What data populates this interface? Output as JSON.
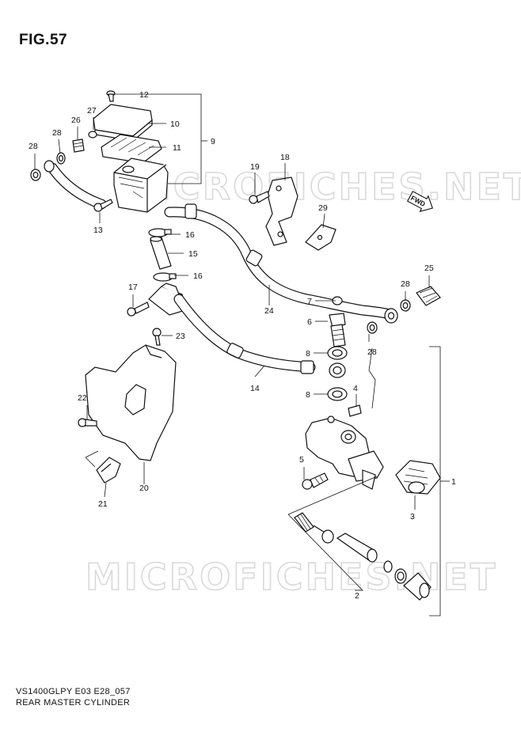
{
  "figure": {
    "title": "FIG.57",
    "model_code": "VS1400GLPY E03 E28_057",
    "name": "REAR MASTER CYLINDER"
  },
  "watermark": {
    "text": "MICROFICHES.NET"
  },
  "direction_tag": "FWD",
  "callouts": {
    "c12": "12",
    "c27": "27",
    "c10": "10",
    "c26": "26",
    "c28a": "28",
    "c28b": "28",
    "c11": "11",
    "c9": "9",
    "c13": "13",
    "c16a": "16",
    "c15": "15",
    "c16b": "16",
    "c17": "17",
    "c23": "23",
    "c22": "22",
    "c20": "20",
    "c21": "21",
    "c19": "19",
    "c18": "18",
    "c29": "29",
    "c24": "24",
    "c14": "14",
    "c7": "7",
    "c6": "6",
    "c8a": "8",
    "c8b": "8",
    "c4": "4",
    "c28c": "28",
    "c28d": "28",
    "c25": "25",
    "c5": "5",
    "c1": "1",
    "c3": "3",
    "c2": "2"
  }
}
